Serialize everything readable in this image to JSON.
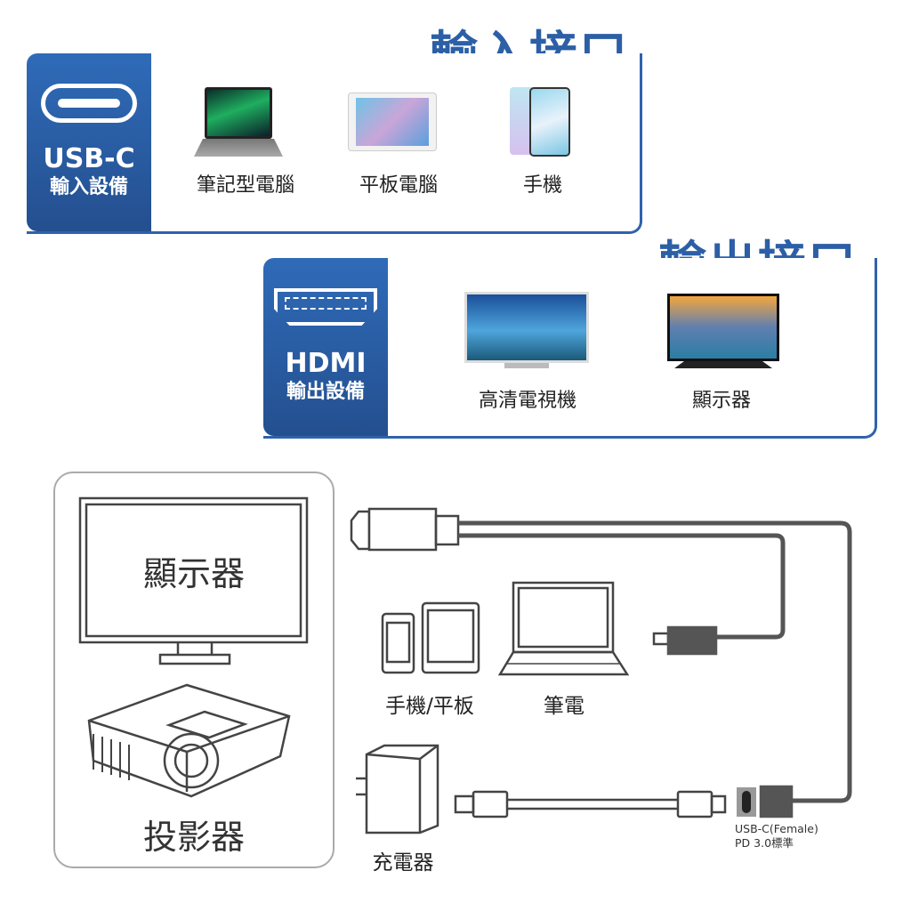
{
  "input_section": {
    "title": "輸入接口",
    "panel_title": "USB-C",
    "panel_subtitle": "輸入設備",
    "icon": "usb-c-port-icon",
    "devices": [
      {
        "label": "筆記型電腦",
        "icon": "laptop-icon"
      },
      {
        "label": "平板電腦",
        "icon": "tablet-icon"
      },
      {
        "label": "手機",
        "icon": "phone-icon"
      }
    ]
  },
  "output_section": {
    "title": "輸出接口",
    "panel_title": "HDMI",
    "panel_subtitle": "輸出設備",
    "icon": "hdmi-port-icon",
    "devices": [
      {
        "label": "高清電視機",
        "icon": "tv-icon"
      },
      {
        "label": "顯示器",
        "icon": "monitor-icon"
      }
    ]
  },
  "diagram": {
    "display_label": "顯示器",
    "projector_label": "投影器",
    "mobile_label": "手機/平板",
    "laptop_label": "筆電",
    "charger_label": "充電器",
    "port_label_line1": "USB-C(Female)",
    "port_label_line2": "PD 3.0標準"
  },
  "colors": {
    "accent": "#2c5fa6",
    "cable": "#555555",
    "outline": "#444444"
  }
}
